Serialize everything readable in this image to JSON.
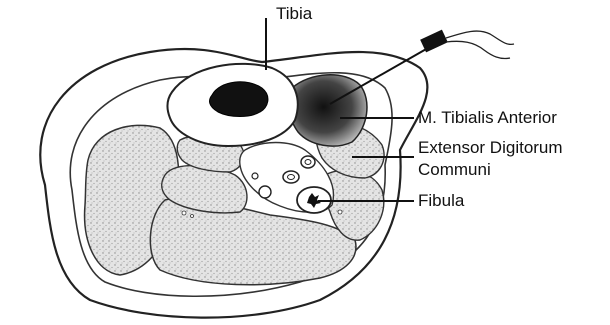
{
  "labels": {
    "tibia": "Tibia",
    "tibialis_anterior": "M. Tibialis Anterior",
    "extensor_line1": "Extensor Digitorum",
    "extensor_line2": "Communi",
    "fibula": "Fibula"
  }
}
